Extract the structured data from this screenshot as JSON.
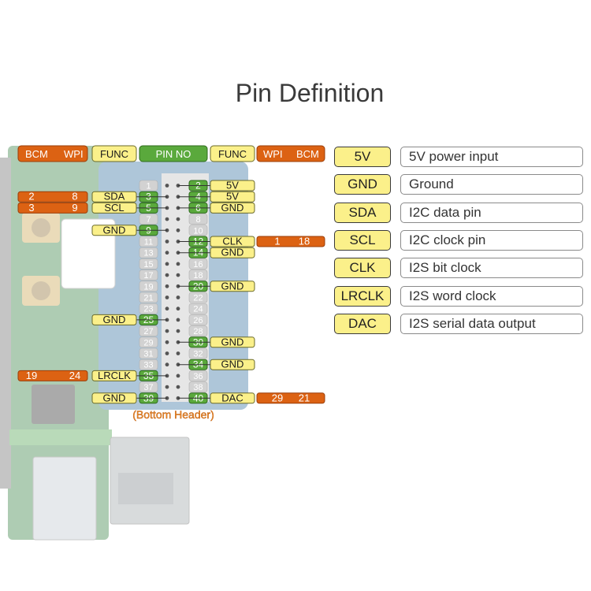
{
  "title": "Pin Definition",
  "header": {
    "bcm": "BCM",
    "wpi": "WPI",
    "func_left": "FUNC",
    "pin_no": "PIN NO",
    "func_right": "FUNC",
    "wpi_right": "WPI",
    "bcm_right": "BCM"
  },
  "pins_odd": [
    "1",
    "3",
    "5",
    "7",
    "9",
    "11",
    "13",
    "15",
    "17",
    "19",
    "21",
    "23",
    "25",
    "27",
    "29",
    "31",
    "33",
    "35",
    "37",
    "39"
  ],
  "pins_even": [
    "2",
    "4",
    "6",
    "8",
    "10",
    "12",
    "14",
    "16",
    "18",
    "20",
    "22",
    "24",
    "26",
    "28",
    "30",
    "32",
    "34",
    "36",
    "38",
    "40"
  ],
  "left_func": [
    {
      "pin": "3",
      "label": "SDA"
    },
    {
      "pin": "5",
      "label": "SCL"
    },
    {
      "pin": "9",
      "label": "GND"
    },
    {
      "pin": "25",
      "label": "GND"
    },
    {
      "pin": "35",
      "label": "LRCLK"
    },
    {
      "pin": "39",
      "label": "GND"
    }
  ],
  "left_orange": [
    {
      "pin": "3",
      "bcm": "2",
      "wpi": "8"
    },
    {
      "pin": "5",
      "bcm": "3",
      "wpi": "9"
    },
    {
      "pin": "35",
      "bcm": "19",
      "wpi": "24"
    }
  ],
  "right_func": [
    {
      "pin": "2",
      "label": "5V"
    },
    {
      "pin": "4",
      "label": "5V"
    },
    {
      "pin": "6",
      "label": "GND"
    },
    {
      "pin": "12",
      "label": "CLK"
    },
    {
      "pin": "14",
      "label": "GND"
    },
    {
      "pin": "20",
      "label": "GND"
    },
    {
      "pin": "30",
      "label": "GND"
    },
    {
      "pin": "34",
      "label": "GND"
    },
    {
      "pin": "40",
      "label": "DAC"
    }
  ],
  "right_orange": [
    {
      "pin": "12",
      "wpi": "1",
      "bcm": "18"
    },
    {
      "pin": "40",
      "wpi": "29",
      "bcm": "21"
    }
  ],
  "bottom_header": "(Bottom Header)",
  "legend": [
    {
      "key": "5V",
      "desc": "5V power input"
    },
    {
      "key": "GND",
      "desc": "Ground"
    },
    {
      "key": "SDA",
      "desc": "I2C data pin"
    },
    {
      "key": "SCL",
      "desc": "I2C clock pin"
    },
    {
      "key": "CLK",
      "desc": "I2S bit clock"
    },
    {
      "key": "LRCLK",
      "desc": "I2S word clock"
    },
    {
      "key": "DAC",
      "desc": "I2S serial data output"
    }
  ],
  "colors": {
    "orange": "#dc6213",
    "yellow": "#fbf08a",
    "green": "#5aa93c",
    "grey_pin": "#d2d2d2",
    "board": "#3f8a8a",
    "bottom_header_text": "#f08a24"
  }
}
